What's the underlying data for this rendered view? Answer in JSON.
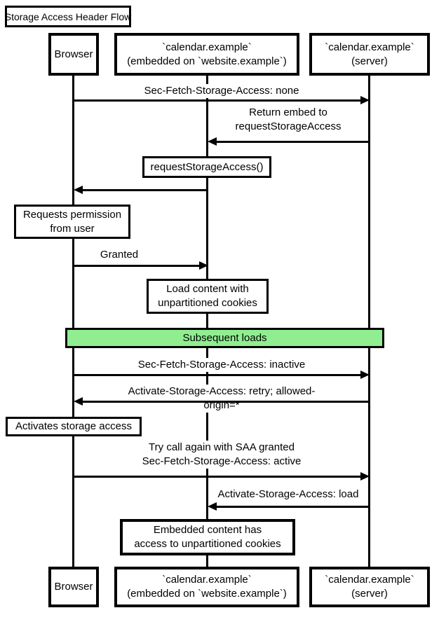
{
  "diagram": {
    "title": "Storage Access Header Flow",
    "band_fill_color": "#90EE90",
    "line_color": "#000000",
    "background_color": "#ffffff"
  },
  "participants": {
    "browser": "Browser",
    "embed": "`calendar.example`\n(embedded on `website.example`)",
    "server": "`calendar.example`\n(server)"
  },
  "messages": {
    "sec_fetch_none": "Sec-Fetch-Storage-Access: none",
    "return_embed": "Return embed to\nrequestStorageAccess",
    "granted": "Granted",
    "sec_fetch_inactive": "Sec-Fetch-Storage-Access: inactive",
    "activate_retry": "Activate-Storage-Access: retry; allowed-origin=*",
    "try_again": "Try call again with SAA granted\nSec-Fetch-Storage-Access: active",
    "activate_load": "Activate-Storage-Access: load"
  },
  "notes": {
    "request_storage_access": "requestStorageAccess()",
    "requests_permission": "Requests permission\nfrom user",
    "load_content": "Load content with\nunpartitioned cookies",
    "activates_storage": "Activates storage access",
    "embedded_content": "Embedded content has\naccess to unpartitioned cookies"
  },
  "band": {
    "label": "Subsequent loads"
  }
}
